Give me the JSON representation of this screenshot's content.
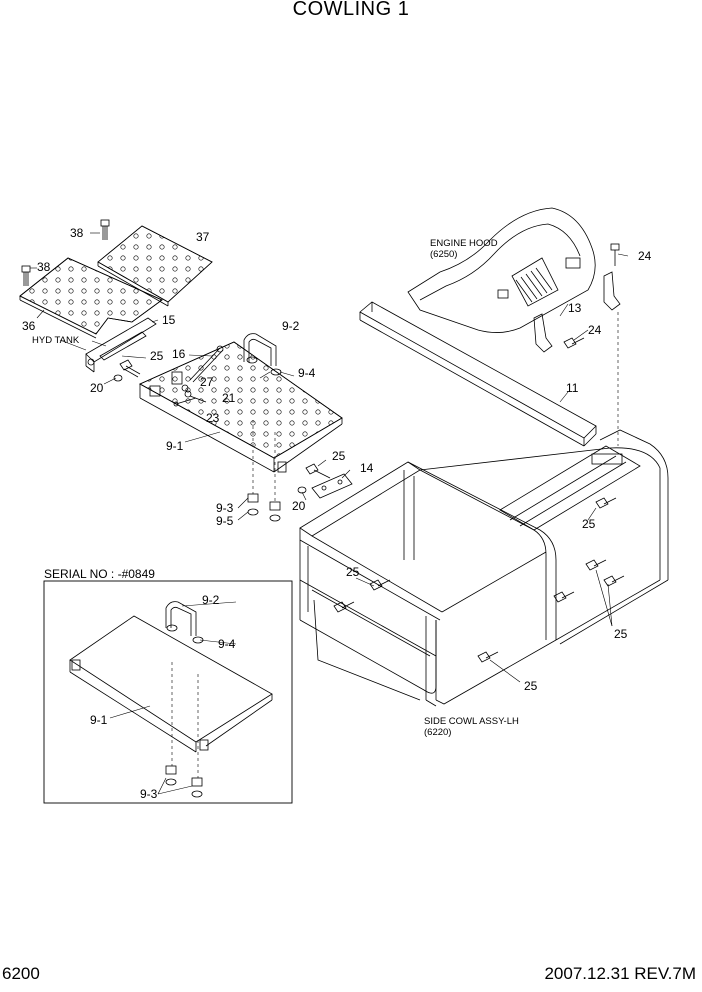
{
  "title": "COWLING 1",
  "footer": {
    "page_number": "6200",
    "date_rev": "2007.12.31  REV.7M"
  },
  "notes": {
    "engine_hood": "ENGINE HOOD",
    "engine_hood_ref": "(6250)",
    "hyd_tank": "HYD TANK",
    "side_cowl": "SIDE COWL ASSY-LH",
    "side_cowl_ref": "(6220)",
    "serial": "SERIAL NO : -#0849"
  },
  "callouts": {
    "c38a": "38",
    "c37": "37",
    "c38b": "38",
    "c36": "36",
    "c15": "15",
    "c16": "16",
    "c25a": "25",
    "c20a": "20",
    "c27": "27",
    "c21": "21",
    "c23": "23",
    "c9_2": "9-2",
    "c9_4": "9-4",
    "c9_1": "9-1",
    "c9_3": "9-3",
    "c9_5": "9-5",
    "c25b": "25",
    "c14": "14",
    "c20b": "20",
    "c11": "11",
    "c24a": "24",
    "c13": "13",
    "c24b": "24",
    "c25c": "25",
    "c25d": "25",
    "c25e": "25",
    "c25f": "25",
    "s9_2": "9-2",
    "s9_4": "9-4",
    "s9_1": "9-1",
    "s9_3": "9-3"
  }
}
